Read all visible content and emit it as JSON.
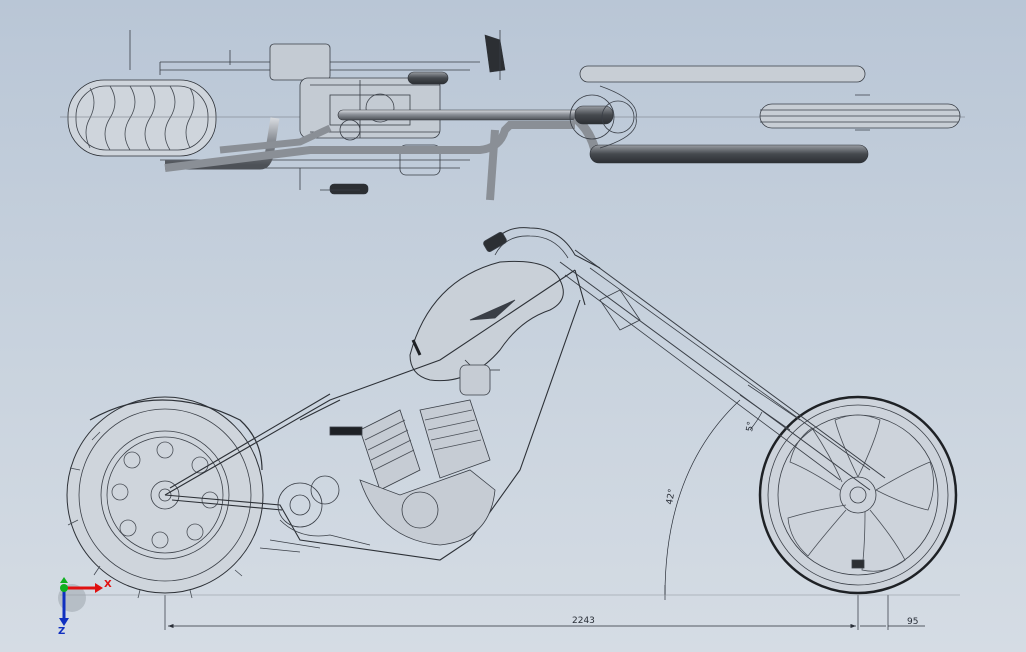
{
  "drawing": {
    "dimensions": {
      "wheelbase": "2243",
      "offset": "95",
      "rake_angle": "42°",
      "trail_angle": "5°"
    },
    "triad": {
      "x_label": "X",
      "z_label": "Z"
    },
    "colors": {
      "background_top": "#b9c6d6",
      "background_bottom": "#d5dce4",
      "line": "#3a3f47",
      "tube": "#8a8f96",
      "tube_dark": "#4a4e54",
      "x_axis": "#e01010",
      "y_axis": "#10b020",
      "z_axis": "#1030c0"
    }
  }
}
